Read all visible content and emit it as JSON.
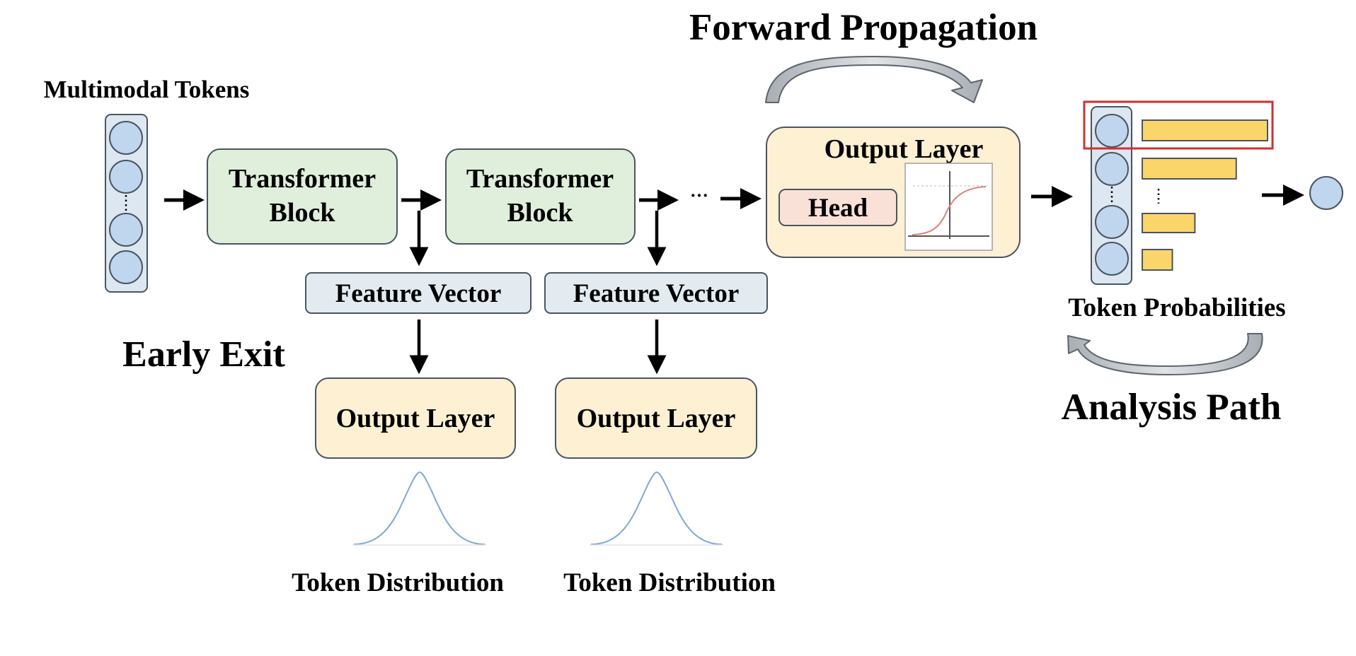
{
  "labels": {
    "multimodal_tokens": "Multimodal Tokens",
    "forward_propagation": "Forward Propagation",
    "early_exit": "Early Exit",
    "token_probabilities": "Token Probabilities",
    "analysis_path": "Analysis Path",
    "ellipsis": "···"
  },
  "blocks": {
    "transformer_1": [
      "Transformer",
      "Block"
    ],
    "transformer_2": [
      "Transformer",
      "Block"
    ],
    "feature_vector_1": "Feature Vector",
    "feature_vector_2": "Feature Vector",
    "early_output_1": "Output Layer",
    "early_output_2": "Output Layer",
    "final_output": "Output Layer",
    "head": "Head"
  },
  "distributions": {
    "label_1": "Token Distribution",
    "label_2": "Token Distribution"
  },
  "token_probability_bars": [
    1.0,
    0.75,
    0.42,
    0.24
  ],
  "colors": {
    "token_fill": "#bfd6ee",
    "token_column": "#dde7f1",
    "transformer_fill": "#e0eedc",
    "feature_fill": "#e3ebf1",
    "output_fill": "#fdf0d3",
    "head_fill": "#f9e1d8",
    "bar_fill": "#fad66a",
    "highlight": "#d32f2f",
    "curve": "#7fa8d6",
    "curved_arrow": "#c8ccd0"
  },
  "icons": {
    "sigmoid_plot": "sigmoid-curve-icon",
    "bell_curve": "gaussian-curve-icon"
  }
}
